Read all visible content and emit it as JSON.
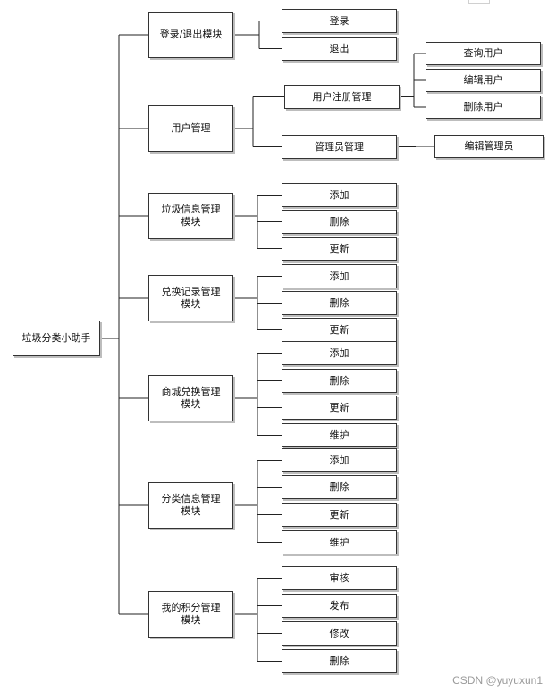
{
  "root": {
    "label": "垃圾分类小助手"
  },
  "modules": [
    {
      "label": "登录/退出模块",
      "children": [
        {
          "label": "登录"
        },
        {
          "label": "退出"
        }
      ]
    },
    {
      "label": "用户管理",
      "children": [
        {
          "label": "用户注册管理",
          "children": [
            {
              "label": "查询用户"
            },
            {
              "label": "编辑用户"
            },
            {
              "label": "删除用户"
            }
          ]
        },
        {
          "label": "管理员管理",
          "children": [
            {
              "label": "编辑管理员"
            }
          ]
        }
      ]
    },
    {
      "label": "垃圾信息管理\n模块",
      "children": [
        {
          "label": "添加"
        },
        {
          "label": "删除"
        },
        {
          "label": "更新"
        }
      ]
    },
    {
      "label": "兑换记录管理\n模块",
      "children": [
        {
          "label": "添加"
        },
        {
          "label": "删除"
        },
        {
          "label": "更新"
        }
      ]
    },
    {
      "label": "商城兑换管理\n模块",
      "children": [
        {
          "label": "添加"
        },
        {
          "label": "删除"
        },
        {
          "label": "更新"
        },
        {
          "label": "维护"
        }
      ]
    },
    {
      "label": "分类信息管理\n模块",
      "children": [
        {
          "label": "添加"
        },
        {
          "label": "删除"
        },
        {
          "label": "更新"
        },
        {
          "label": "维护"
        }
      ]
    },
    {
      "label": "我的积分管理\n模块",
      "children": [
        {
          "label": "审核"
        },
        {
          "label": "发布"
        },
        {
          "label": "修改"
        },
        {
          "label": "删除"
        }
      ]
    }
  ],
  "watermark": "CSDN @yuyuxun1"
}
